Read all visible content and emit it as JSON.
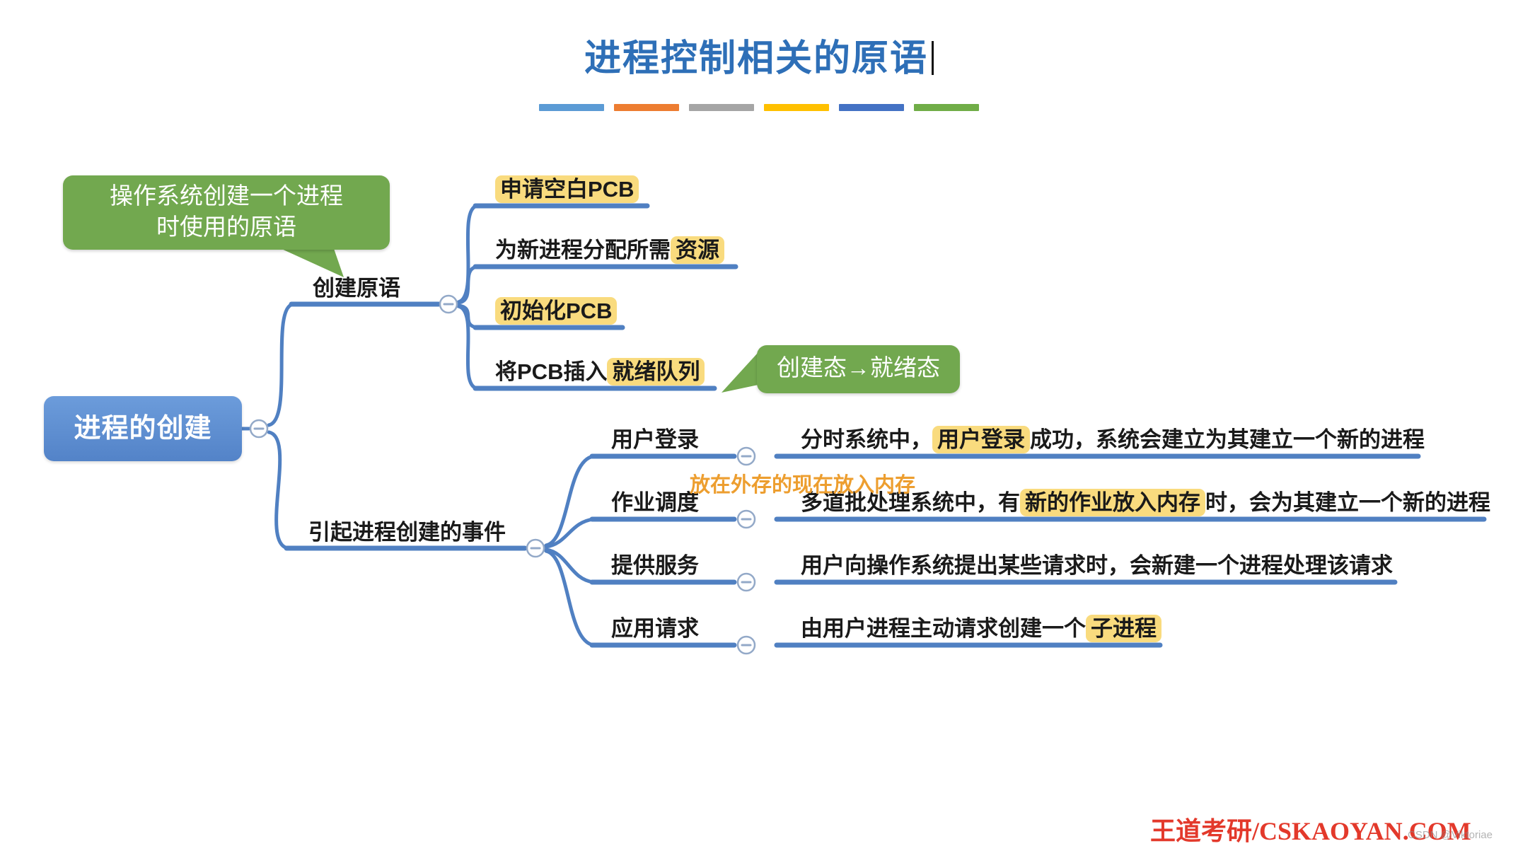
{
  "page": {
    "title": "进程控制相关的原语",
    "footer": {
      "brand": "王道考研/CSKAOYAN.COM",
      "watermark": "CSDN @Viktoriae"
    }
  },
  "divider_colors": [
    "#5B9BD5",
    "#ED7D31",
    "#A5A5A5",
    "#FFC000",
    "#4472C4",
    "#70AD47"
  ],
  "colors": {
    "title_blue": "#2E6FB7",
    "branch_line_blue": "#5080C2",
    "root_node_blue": "#5B8ED2",
    "callout_green": "#72A84F",
    "highlight_yellow": "#F9DB7E",
    "note_orange": "#ED9E2F",
    "brand_red": "#E3392B"
  },
  "map": {
    "root": "进程的创建",
    "callout_create": {
      "line1": "操作系统创建一个进程",
      "line2": "时使用的原语"
    },
    "callout_state": "创建态→就绪态",
    "branch_create": "创建原语",
    "create_steps": [
      {
        "pre": "",
        "hl": "申请空白PCB",
        "post": ""
      },
      {
        "pre": "为新进程分配所需",
        "hl": "资源",
        "post": ""
      },
      {
        "pre": "",
        "hl": "初始化PCB",
        "post": ""
      },
      {
        "pre": "将PCB插入",
        "hl": "就绪队列",
        "post": ""
      }
    ],
    "branch_events": "引起进程创建的事件",
    "events": [
      {
        "label": "用户登录",
        "pre": "分时系统中，",
        "hl": "用户登录",
        "post": "成功，系统会建立为其建立一个新的进程",
        "note": ""
      },
      {
        "label": "作业调度",
        "pre": "多道批处理系统中，有",
        "hl": "新的作业放入内存",
        "post": "时，会为其建立一个新的进程",
        "note": "放在外存的现在放入内存"
      },
      {
        "label": "提供服务",
        "pre": "用户向操作系统提出某些请求时，会新建一个进程处理该请求",
        "hl": "",
        "post": "",
        "note": ""
      },
      {
        "label": "应用请求",
        "pre": "由用户进程主动请求创建一个",
        "hl": "子进程",
        "post": "",
        "note": ""
      }
    ]
  }
}
